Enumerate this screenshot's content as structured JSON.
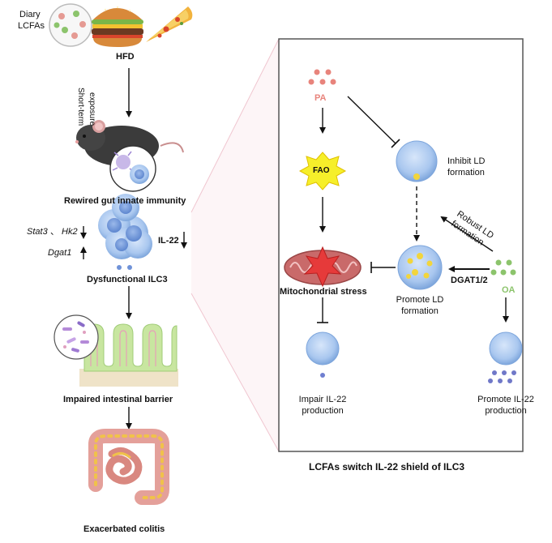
{
  "left_panel": {
    "lcfa_label_line1": "Diary",
    "lcfa_label_line2": "LCFAs",
    "hfd_label": "HFD",
    "exposure_line1": "Short-term",
    "exposure_line2": "exposure",
    "rewired_label": "Rewired gut innate immunity",
    "stat3": "Stat3",
    "separator": "、",
    "hk2": "Hk2",
    "dgat1": "Dgat1",
    "il22": "IL-22",
    "dysfunctional_label": "Dysfunctional ILC3",
    "impaired_label": "Impaired intestinal barrier",
    "colitis_label": "Exacerbated colitis"
  },
  "right_panel": {
    "pa_label": "PA",
    "oa_label": "OA",
    "fao_label": "FAO",
    "inhibit_line1": "Inhibit LD",
    "inhibit_line2": "formation",
    "robust_line1": "Robust LD",
    "robust_line2": "formation",
    "mito_label": "Mitochondrial stress",
    "dgat12_label": "DGAT1/2",
    "promote_ld_line1": "Promote LD",
    "promote_ld_line2": "formation",
    "impair_line1": "Impair IL-22",
    "impair_line2": "production",
    "promote_il22_line1": "Promote IL-22",
    "promote_il22_line2": "production"
  },
  "caption": "LCFAs switch IL-22 shield of ILC3",
  "colors": {
    "pa_red": "#e8847c",
    "oa_green": "#8cc46c",
    "cell_blue": "#a8c8ee",
    "cell_edge": "#6f97d2",
    "lipid_yellow": "#f2d53c",
    "mito_red": "#c96a6a",
    "fao_yellow": "#f6ef2a",
    "panel_border": "#555555"
  }
}
